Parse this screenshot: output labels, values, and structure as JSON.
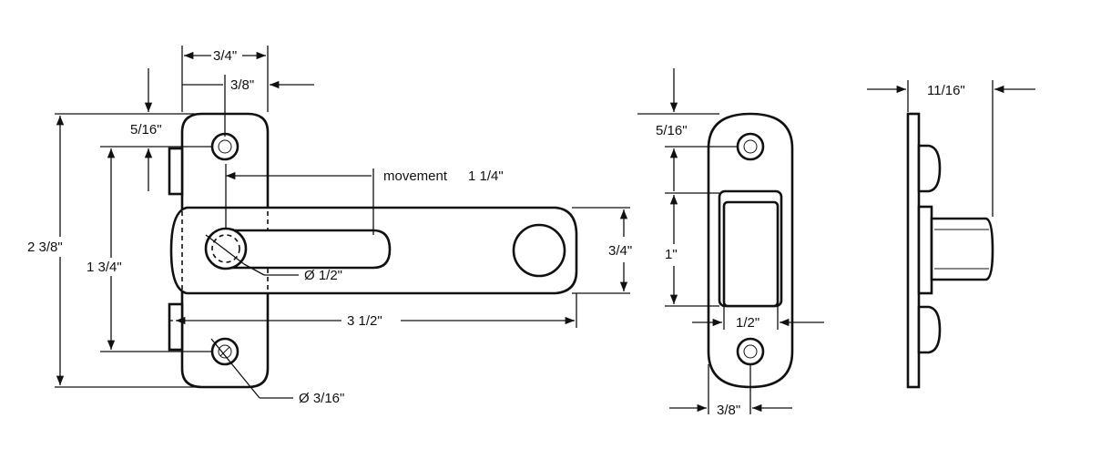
{
  "dimensions": {
    "top_width": "3/4\"",
    "bolt_offset": "3/8\"",
    "hole_top_offset": "5/16\"",
    "overall_height": "2 3/8\"",
    "hole_spacing": "1 3/4\"",
    "movement_label": "movement",
    "movement_value": "1 1/4\"",
    "bolt_diameter": "Ø 1/2\"",
    "bar_length": "3 1/2\"",
    "bar_height": "3/4\"",
    "screw_diameter": "Ø 3/16\"",
    "keeper_hole_offset": "5/16\"",
    "keeper_slot_height": "1\"",
    "keeper_slot_width": "1/2\"",
    "keeper_hole_side": "3/8\"",
    "side_depth": "11/16\""
  }
}
